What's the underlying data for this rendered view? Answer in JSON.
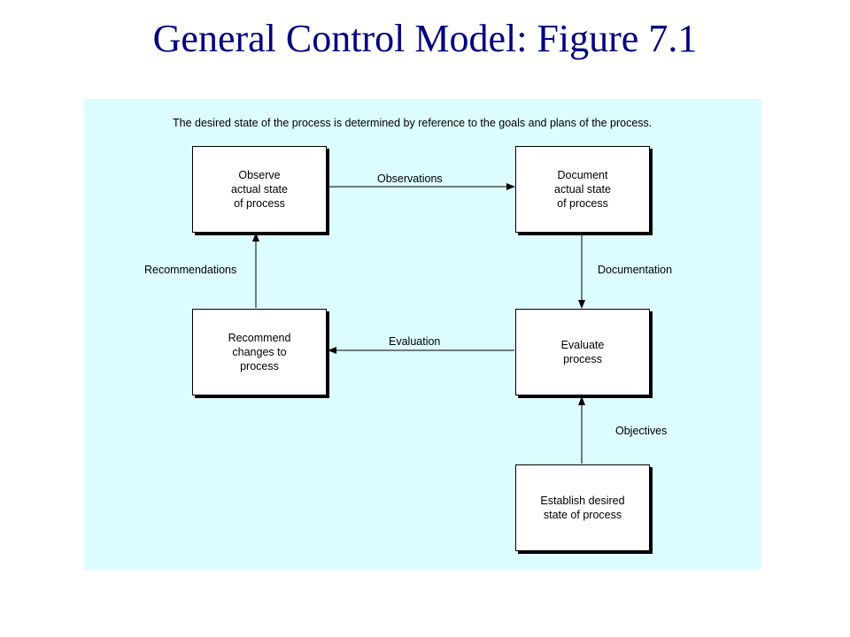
{
  "title": "General Control Model: Figure 7.1",
  "diagram": {
    "caption": "The desired state of the process is determined by reference to the goals and plans of the process.",
    "boxes": {
      "observe": "Observe\nactual state\nof process",
      "document": "Document\nactual state\nof process",
      "evaluate": "Evaluate\nprocess",
      "recommend": "Recommend\nchanges to\nprocess",
      "establish": "Establish desired\nstate of process"
    },
    "arrows": {
      "observations": "Observations",
      "documentation": "Documentation",
      "evaluation": "Evaluation",
      "recommendations": "Recommendations",
      "objectives": "Objectives"
    }
  }
}
